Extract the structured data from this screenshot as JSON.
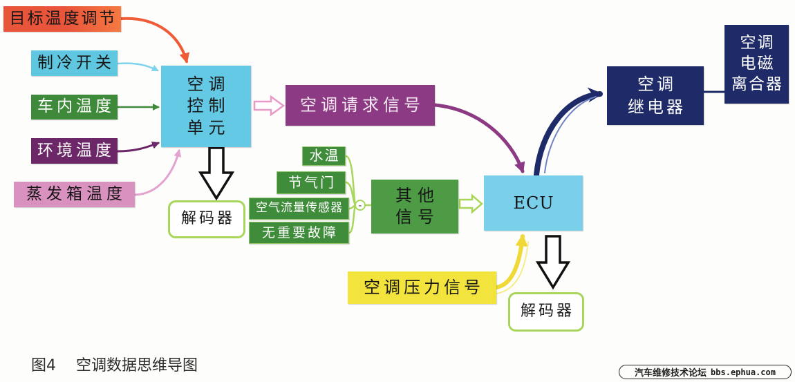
{
  "inputs": [
    {
      "label": "目标温度调节",
      "color": "#e9553b"
    },
    {
      "label": "制冷开关",
      "color": "#5fc7df"
    },
    {
      "label": "车内温度",
      "color": "#3e8a3a"
    },
    {
      "label": "环境温度",
      "color": "#6b2767"
    },
    {
      "label": "蒸发箱温度",
      "color": "#d991c0"
    }
  ],
  "control_unit": {
    "lines": [
      "空调",
      "控制",
      "单元"
    ],
    "color": "#63c9e4"
  },
  "control_unit_decoder": {
    "label": "解码器",
    "border_color": "#a8d65b"
  },
  "request_signal": {
    "label": "空调请求信号",
    "color": "#8d3a84"
  },
  "other_inputs": {
    "items": [
      "水温",
      "节气门",
      "空气流量传感器",
      "无重要故障"
    ],
    "color": "#3f8d3b",
    "connector_symbol": "-"
  },
  "other_signals": {
    "lines": [
      "其他",
      "信号"
    ],
    "color": "#4d9b45"
  },
  "ecu": {
    "label": "ECU",
    "color": "#7ad0ea"
  },
  "ecu_decoder": {
    "label": "解码器",
    "border_color": "#a8d65b"
  },
  "pressure_signal": {
    "label": "空调压力信号",
    "color": "#f3e33d"
  },
  "relay": {
    "lines": [
      "空调",
      "继电器"
    ],
    "color": "#1f2b68"
  },
  "clutch": {
    "lines": [
      "空调",
      "电磁",
      "离合器"
    ],
    "color": "#1f2b68"
  },
  "caption": {
    "figure_no": "图4",
    "title": "空调数据思维导图"
  },
  "watermark": {
    "site_name": "汽车维修技术论坛",
    "url": "bbs.ephua.com"
  }
}
